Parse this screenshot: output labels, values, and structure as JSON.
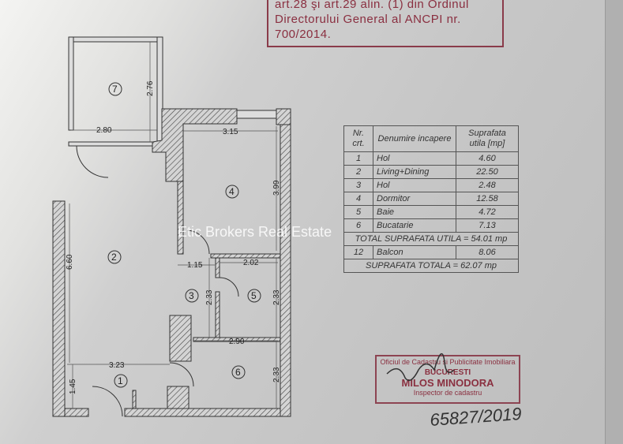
{
  "header_stamp": {
    "lines": [
      "art.28  şi  art.29  alin.  (1)  din  Ordinul",
      "Directorului  General  al  ANCPI  nr.",
      "700/2014."
    ],
    "color": "#8a2f40"
  },
  "floor_plan": {
    "room_numbers": [
      "1",
      "2",
      "3",
      "4",
      "5",
      "6",
      "7"
    ],
    "dimensions": {
      "balcony_width": "2.80",
      "balcony_depth": "2.76",
      "bedroom_width": "3.15",
      "bedroom_depth": "3.99",
      "living_depth": "6.60",
      "hall3_width": "1.15",
      "hall3_depth": "2.33",
      "bath_width": "2.02",
      "bath_depth": "2.33",
      "kitchen_width": "2.90",
      "kitchen_depth": "2.33",
      "hall1_width": "3.23",
      "hall1_depth": "1.45"
    }
  },
  "room_table": {
    "headers": [
      "Nr. crt.",
      "Denumire incapere",
      "Suprafata utila [mp]"
    ],
    "rows": [
      {
        "nr": "1",
        "name": "Hol",
        "area": "4.60"
      },
      {
        "nr": "2",
        "name": "Living+Dining",
        "area": "22.50"
      },
      {
        "nr": "3",
        "name": "Hol",
        "area": "2.48"
      },
      {
        "nr": "4",
        "name": "Dormitor",
        "area": "12.58"
      },
      {
        "nr": "5",
        "name": "Baie",
        "area": "4.72"
      },
      {
        "nr": "6",
        "name": "Bucatarie",
        "area": "7.13"
      }
    ],
    "total_utila": "TOTAL SUPRAFATA UTILA = 54.01 mp",
    "balcony_row": {
      "nr": "12",
      "name": "Balcon",
      "area": "8.06"
    },
    "total": "SUPRAFATA TOTALA = 62.07 mp"
  },
  "official_stamp": {
    "line1": "Oficiul de Cadastru si Publicitate Imobiliara",
    "line2": "BUCURESTI",
    "line3": "MILOS MINODORA",
    "line4": "Inspector de cadastru",
    "handwritten": "65827/2019"
  },
  "watermark": "Etic Brokers Real Estate"
}
